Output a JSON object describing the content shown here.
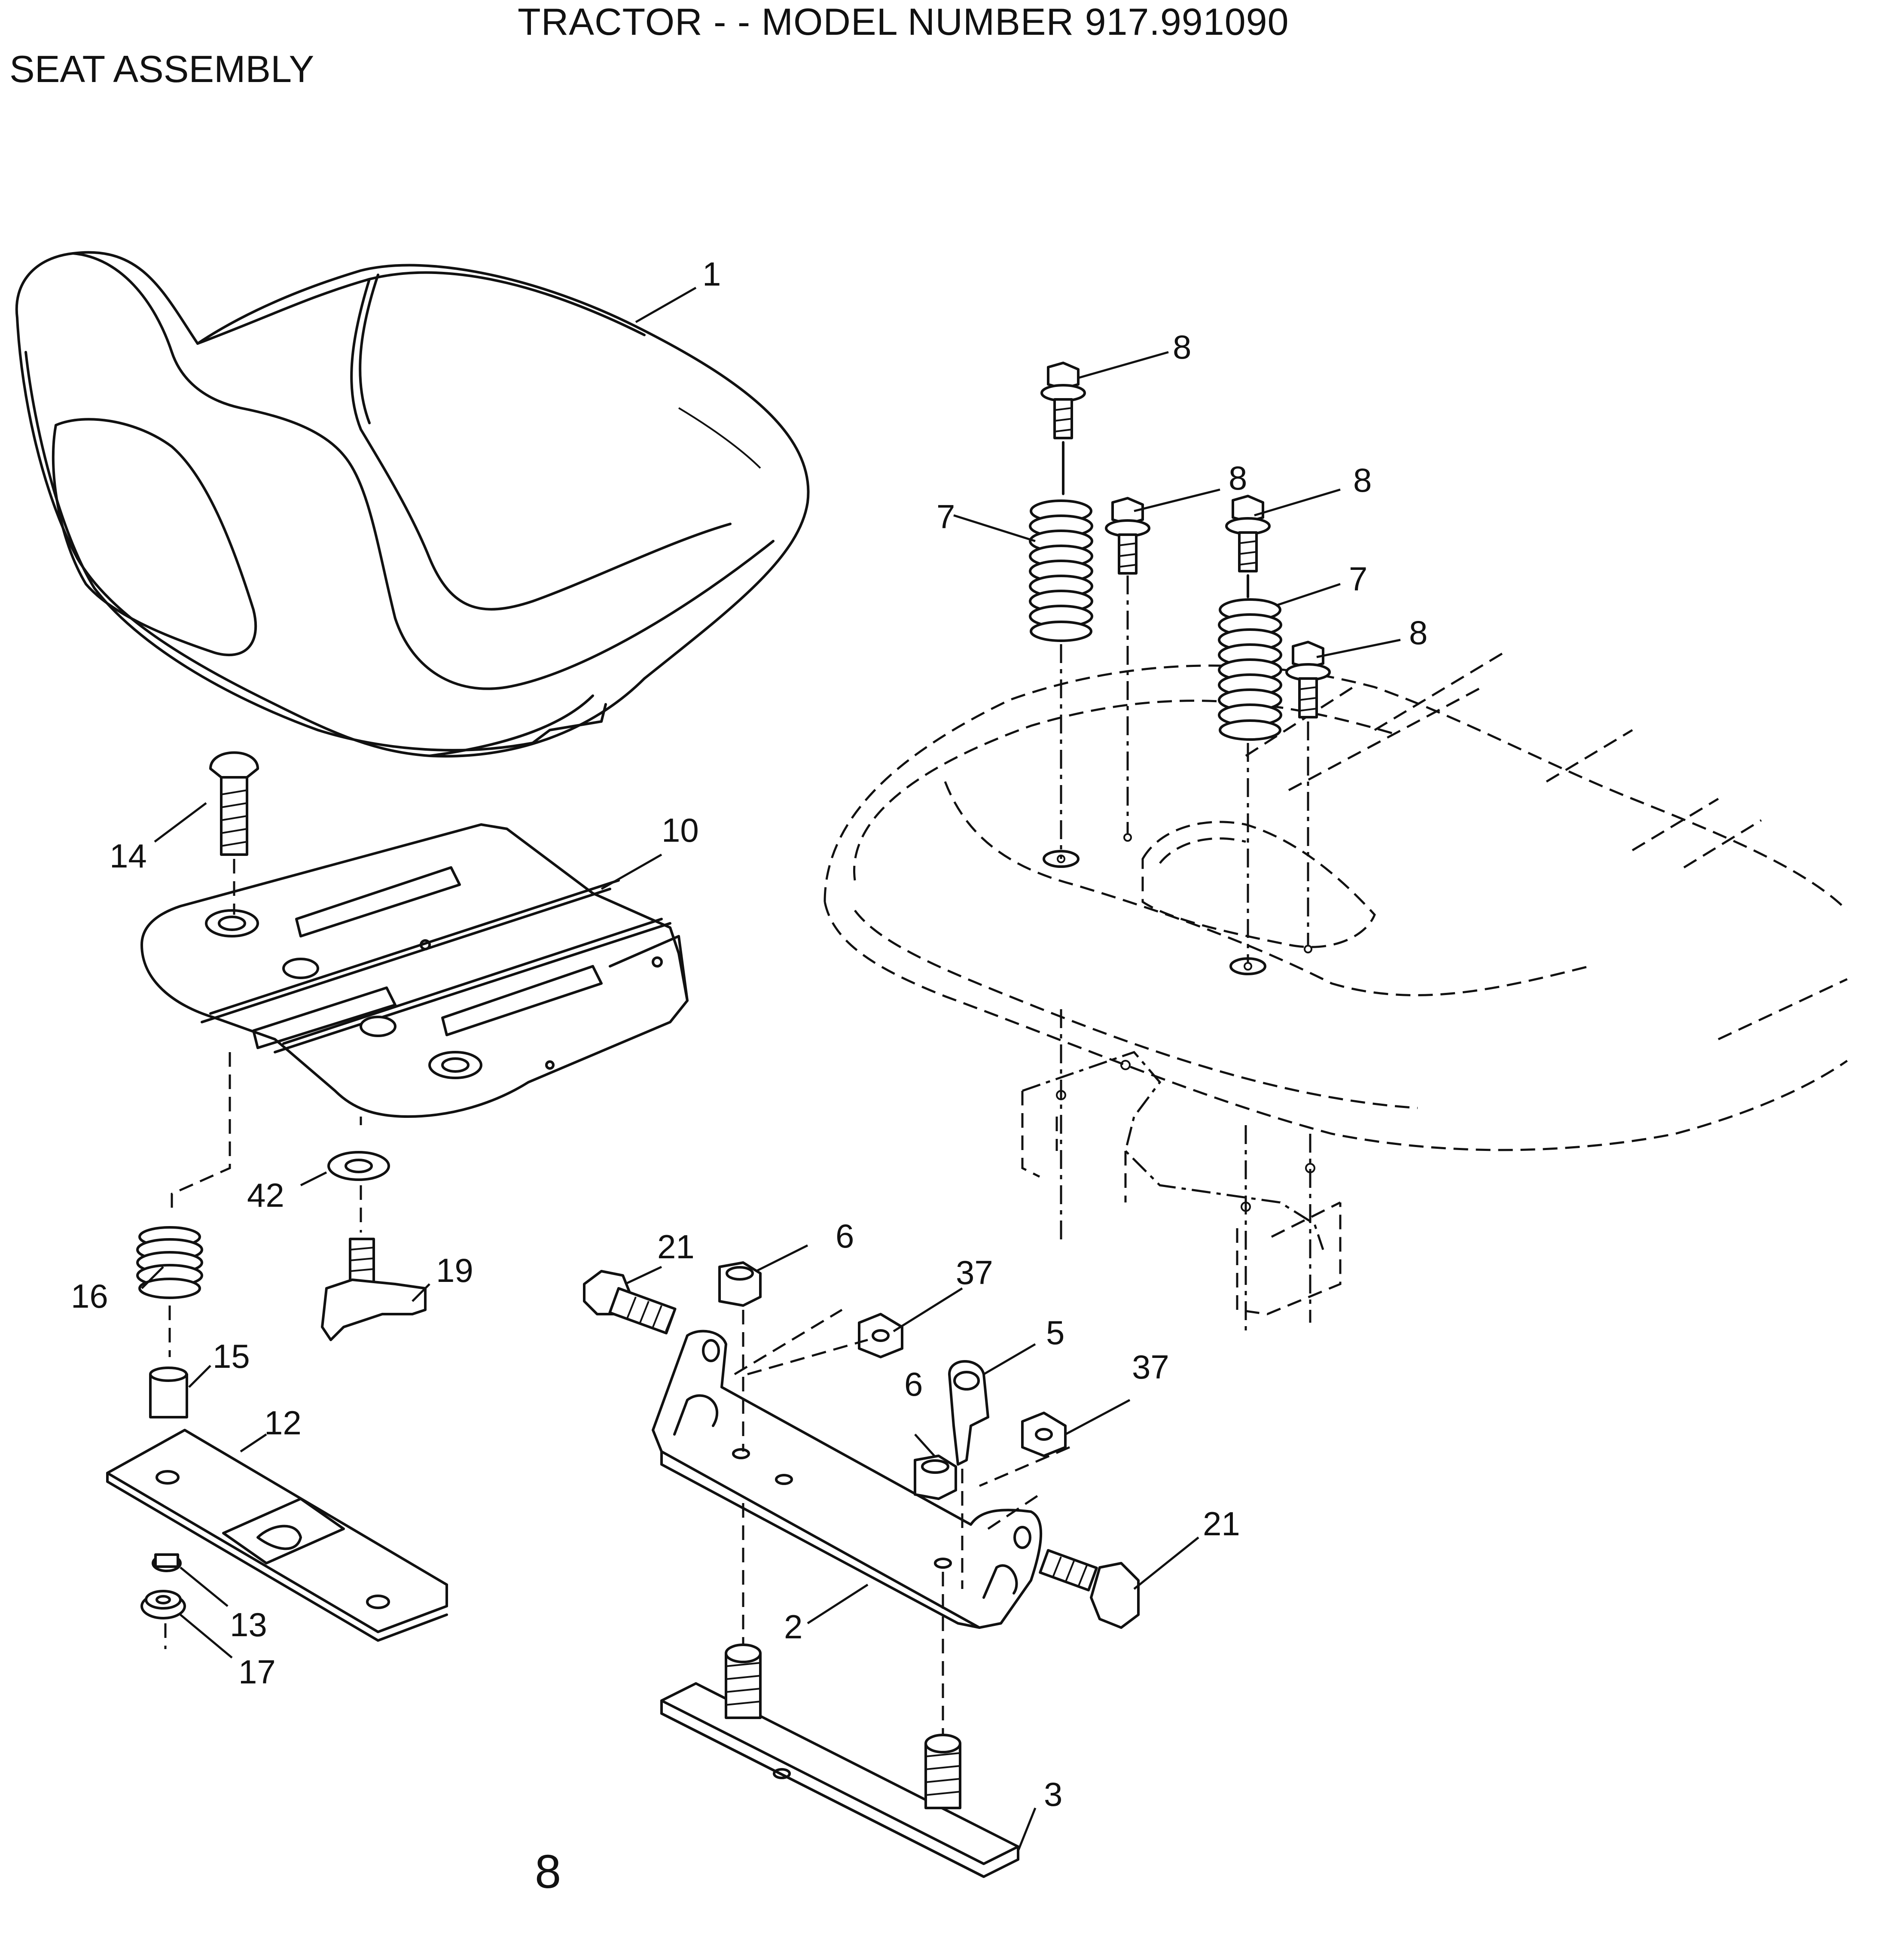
{
  "header": {
    "title": "TRACTOR - - MODEL NUMBER 917.991090"
  },
  "section": {
    "title": "SEAT ASSEMBLY"
  },
  "page": {
    "number": "8"
  },
  "callouts": {
    "c1": "1",
    "c2": "2",
    "c3": "3",
    "c5": "5",
    "c6a": "6",
    "c6b": "6",
    "c7a": "7",
    "c7b": "7",
    "c8a": "8",
    "c8b": "8",
    "c8c": "8",
    "c8d": "8",
    "c10": "10",
    "c12": "12",
    "c13": "13",
    "c14": "14",
    "c15": "15",
    "c16": "16",
    "c17": "17",
    "c19": "19",
    "c21a": "21",
    "c21b": "21",
    "c37a": "37",
    "c37b": "37",
    "c42": "42"
  }
}
